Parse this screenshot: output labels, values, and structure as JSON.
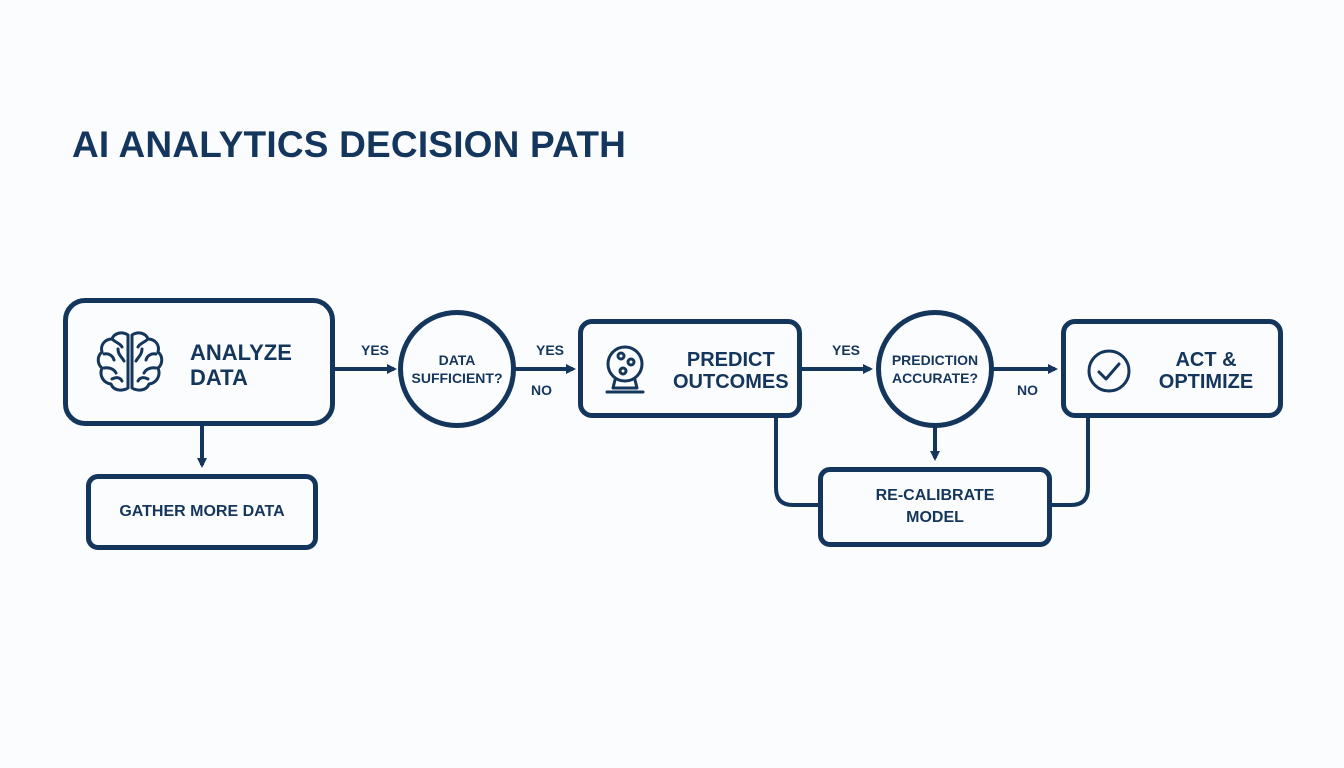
{
  "title": "AI ANALYTICS DECISION PATH",
  "nodes": {
    "analyze": {
      "line1": "ANALYZE",
      "line2": "DATA",
      "icon": "brain-icon"
    },
    "data_sufficient": {
      "line1": "DATA",
      "line2": "SUFFICIENT?"
    },
    "predict": {
      "line1": "PREDICT",
      "line2": "OUTCOMES",
      "icon": "crystal-ball-icon"
    },
    "prediction_accurate": {
      "line1": "PREDICTION",
      "line2": "ACCURATE?"
    },
    "act": {
      "line1": "ACT &",
      "line2": "OPTIMIZE",
      "icon": "check-circle-icon"
    },
    "gather": {
      "label": "GATHER MORE DATA"
    },
    "recalibrate": {
      "line1": "RE-CALIBRATE",
      "line2": "MODEL"
    }
  },
  "edges": {
    "yes_1": "YES",
    "yes_2": "YES",
    "no_1": "NO",
    "yes_3": "YES",
    "no_2": "NO"
  },
  "colors": {
    "stroke": "#15365c",
    "background": "#fbfcfd"
  }
}
